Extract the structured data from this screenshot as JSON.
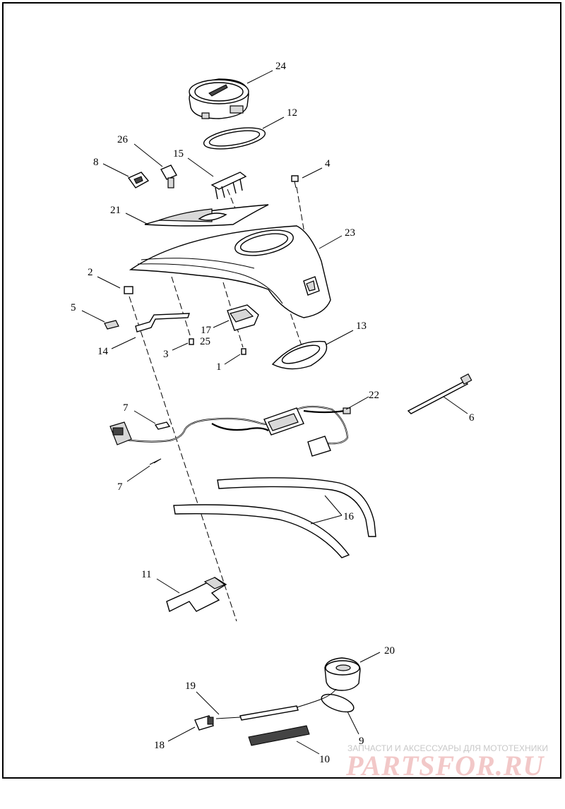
{
  "callouts": {
    "c1": "1",
    "c2": "2",
    "c3": "3",
    "c4": "4",
    "c5": "5",
    "c6": "6",
    "c7a": "7",
    "c7b": "7",
    "c8": "8",
    "c9": "9",
    "c10": "10",
    "c11": "11",
    "c12": "12",
    "c13": "13",
    "c14": "14",
    "c15": "15",
    "c16": "16",
    "c17": "17",
    "c18": "18",
    "c19": "19",
    "c20": "20",
    "c21": "21",
    "c22": "22",
    "c23": "23",
    "c24": "24",
    "c25": "25",
    "c26": "26"
  },
  "watermark": {
    "tagline": "ЗАПЧАСТИ И АКСЕССУАРЫ ДЛЯ МОТОТЕХНИКИ",
    "logo": "PARTSFOR.RU"
  }
}
